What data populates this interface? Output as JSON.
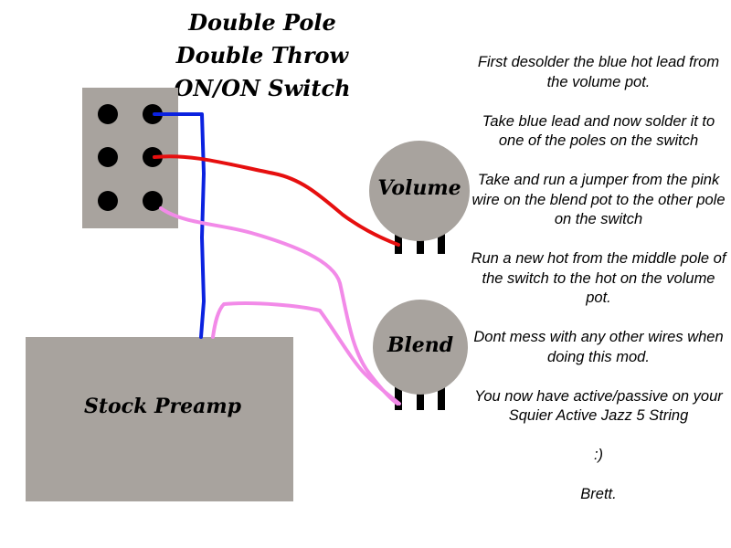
{
  "switch_title": [
    "Double Pole",
    "Double Throw",
    "ON/ON Switch"
  ],
  "volume_label": "Volume",
  "blend_label": "Blend",
  "preamp_label": "Stock Preamp",
  "instructions": [
    "First desolder the blue hot lead from the volume pot.",
    "Take blue lead and now solder it to one of the poles on the switch",
    "Take and run a jumper from the pink wire on the blend pot to the other pole on the switch",
    "Run a new hot from the middle pole of the switch to the hot on the volume pot.",
    "Dont mess with any other wires when doing this mod.",
    "You now have active/passive on your Squier Active Jazz 5 String",
    ":)",
    "Brett."
  ],
  "colors": {
    "component_fill": "#a8a39e",
    "wire_blue": "#0b22e0",
    "wire_red": "#e60f0f",
    "wire_pink": "#f28ae8"
  }
}
